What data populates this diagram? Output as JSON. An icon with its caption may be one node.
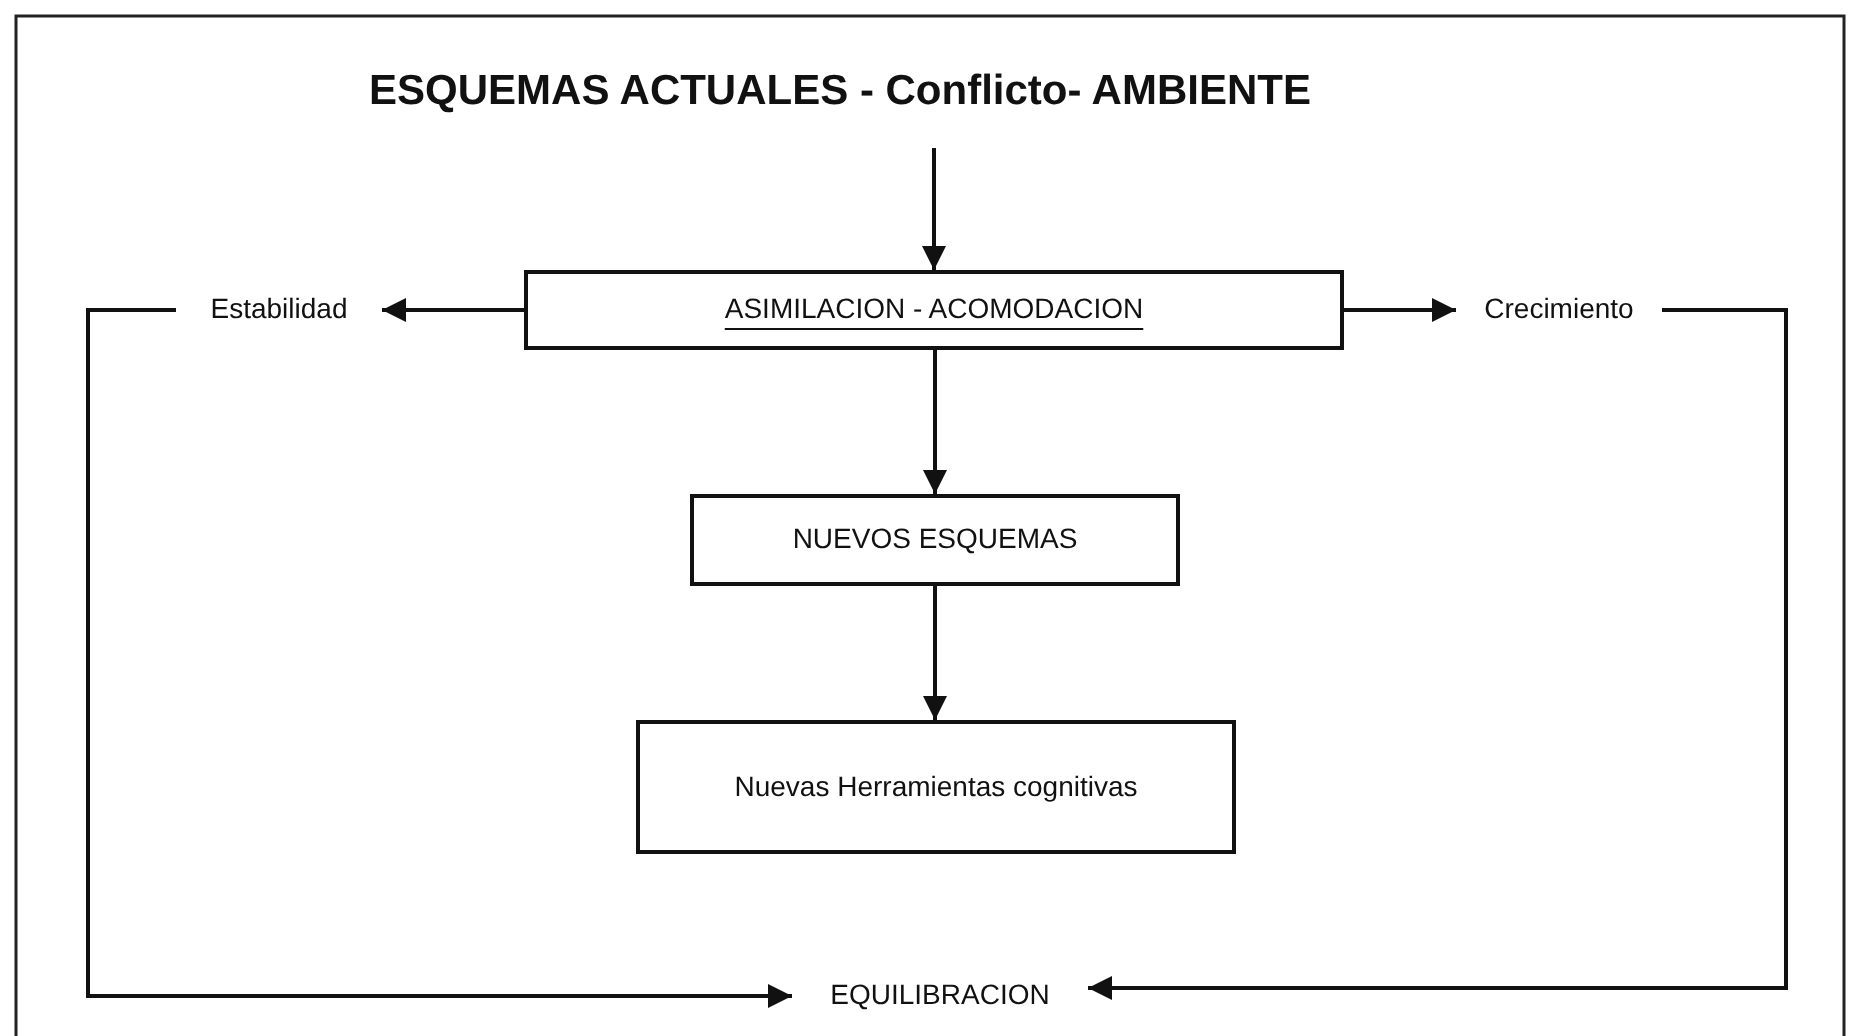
{
  "diagram": {
    "nodes": [
      {
        "text": [
          "ESQUEMAS ACTUALES - Conflicto- AMBIENTE"
        ]
      },
      {
        "text": [
          "ASIMILACION - ACOMODACION"
        ]
      },
      {
        "text": [
          "Estabilidad"
        ]
      },
      {
        "text": [
          "Crecimiento"
        ]
      },
      {
        "text": [
          "NUEVOS ESQUEMAS"
        ]
      },
      {
        "text": [
          "Nuevas Herramientas cognitivas"
        ]
      },
      {
        "text": [
          "EQUILIBRACION"
        ]
      }
    ],
    "edges": [
      {
        "from": 0,
        "to": 1,
        "arrow": "to"
      },
      {
        "from": 1,
        "to": 2,
        "arrow": "to"
      },
      {
        "from": 1,
        "to": 3,
        "arrow": "to"
      },
      {
        "from": 1,
        "to": 4,
        "arrow": "to"
      },
      {
        "from": 4,
        "to": 5,
        "arrow": "to"
      },
      {
        "from": 2,
        "to": 6,
        "arrow": "to"
      },
      {
        "from": 3,
        "to": 6,
        "arrow": "to"
      }
    ]
  }
}
